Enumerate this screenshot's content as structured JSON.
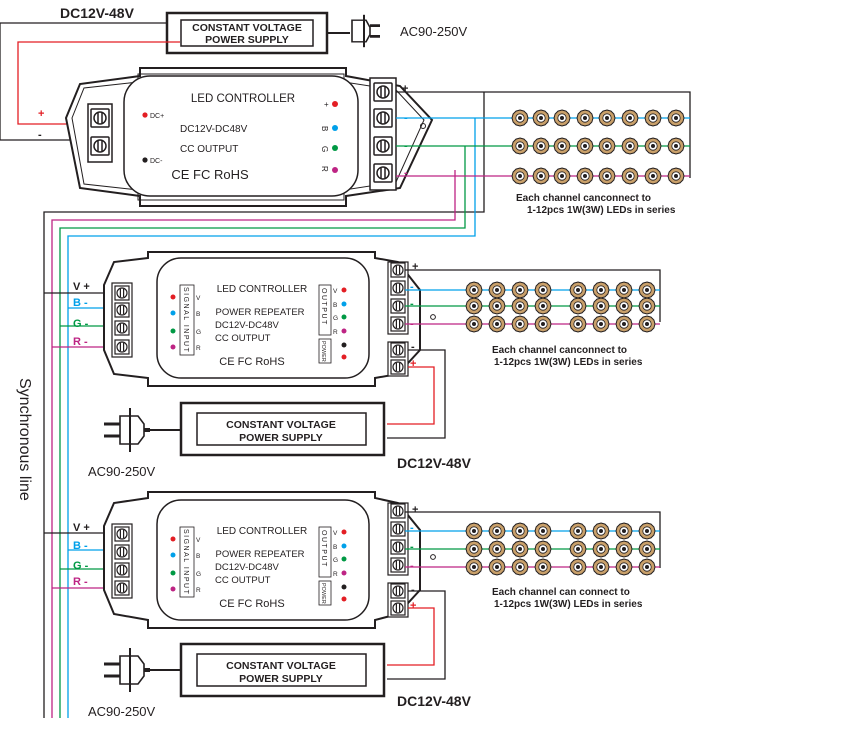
{
  "colors": {
    "red": "#e31e24",
    "blue": "#00a0e9",
    "green": "#009944",
    "magenta": "#be2484",
    "black": "#231f20",
    "led_body": "#c9a06a"
  },
  "top": {
    "dc_label": "DC12V-48V",
    "psu_line1": "CONSTANT VOLTAGE",
    "psu_line2": "POWER SUPPLY",
    "ac_label": "AC90-250V",
    "plus_label": "+",
    "minus_label": "-",
    "controller": {
      "title": "LED CONTROLLER",
      "spec": "DC12V-DC48V",
      "output": "CC OUTPUT",
      "marks": "CE FC RoHS",
      "dc_plus": "DC+",
      "dc_minus": "DC-",
      "ch_plus": "+",
      "ch_b": "B",
      "ch_g": "G",
      "ch_r": "R"
    },
    "terminal_plus": "+",
    "terminal_minus_1": "-",
    "terminal_minus_2": "-",
    "terminal_minus_3": "-",
    "note_line1": "Each channel canconnect to",
    "note_line2": "1-12pcs 1W(3W) LEDs in series"
  },
  "repeater_1": {
    "in_v": "V +",
    "in_b": "B -",
    "in_g": "G -",
    "in_r": "R -",
    "title": "LED CONTROLLER",
    "line1": "POWER REPEATER",
    "line2": "DC12V-DC48V",
    "line3": "CC OUTPUT",
    "marks": "CE FC RoHS",
    "signal_label": "SIGNAL INPUT",
    "output_label": "OUTPUT",
    "power_label": "POWER",
    "sig_v": "V",
    "sig_b": "B",
    "sig_g": "G",
    "sig_r": "R",
    "out_v": "V",
    "out_b": "B",
    "out_g": "G",
    "out_r": "R",
    "term_plus": "+",
    "term_minus_1": "-",
    "term_minus_2": "-",
    "term_minus_3": "-",
    "pwr_minus": "-",
    "pwr_plus": "+",
    "note_line1": "Each channel canconnect to",
    "note_line2": "1-12pcs 1W(3W) LEDs in series",
    "psu_line1": "CONSTANT VOLTAGE",
    "psu_line2": "POWER SUPPLY",
    "ac_label": "AC90-250V",
    "dc_label": "DC12V-48V"
  },
  "repeater_2": {
    "in_v": "V +",
    "in_b": "B -",
    "in_g": "G -",
    "in_r": "R -",
    "title": "LED CONTROLLER",
    "line1": "POWER REPEATER",
    "line2": "DC12V-DC48V",
    "line3": "CC OUTPUT",
    "marks": "CE FC RoHS",
    "signal_label": "SIGNAL INPUT",
    "output_label": "OUTPUT",
    "power_label": "POWER",
    "sig_v": "V",
    "sig_b": "B",
    "sig_g": "G",
    "sig_r": "R",
    "out_v": "V",
    "out_b": "B",
    "out_g": "G",
    "out_r": "R",
    "term_plus": "+",
    "term_minus_1": "-",
    "term_minus_2": "-",
    "term_minus_3": "-",
    "pwr_minus": "-",
    "pwr_plus": "+",
    "note_line1": "Each channel can connect to",
    "note_line2": "1-12pcs 1W(3W) LEDs in series",
    "psu_line1": "CONSTANT VOLTAGE",
    "psu_line2": "POWER SUPPLY",
    "ac_label": "AC90-250V",
    "dc_label": "DC12V-48V"
  },
  "sync_label": "Synchronous line"
}
